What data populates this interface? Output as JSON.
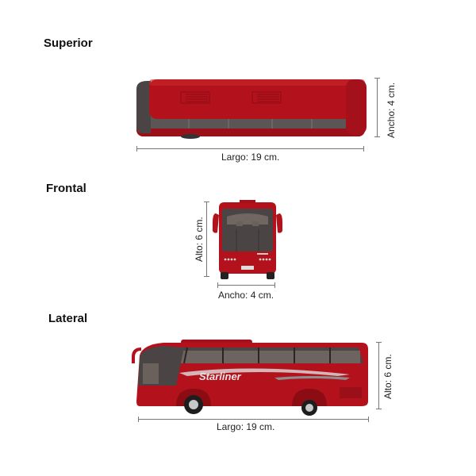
{
  "sections": {
    "top": {
      "title": "Superior",
      "length_label": "Largo: 19 cm.",
      "width_label": "Ancho: 4 cm."
    },
    "front": {
      "title": "Frontal",
      "height_label": "Alto: 6 cm.",
      "width_label": "Ancho: 4 cm."
    },
    "side": {
      "title": "Lateral",
      "length_label": "Largo: 19 cm.",
      "height_label": "Alto: 6 cm.",
      "brand_text": "Starliner"
    }
  },
  "colors": {
    "bus_red": "#b3121c",
    "bus_dark_red": "#7e0d14",
    "window_gray": "#4a4444",
    "dimension_line": "#777777"
  }
}
